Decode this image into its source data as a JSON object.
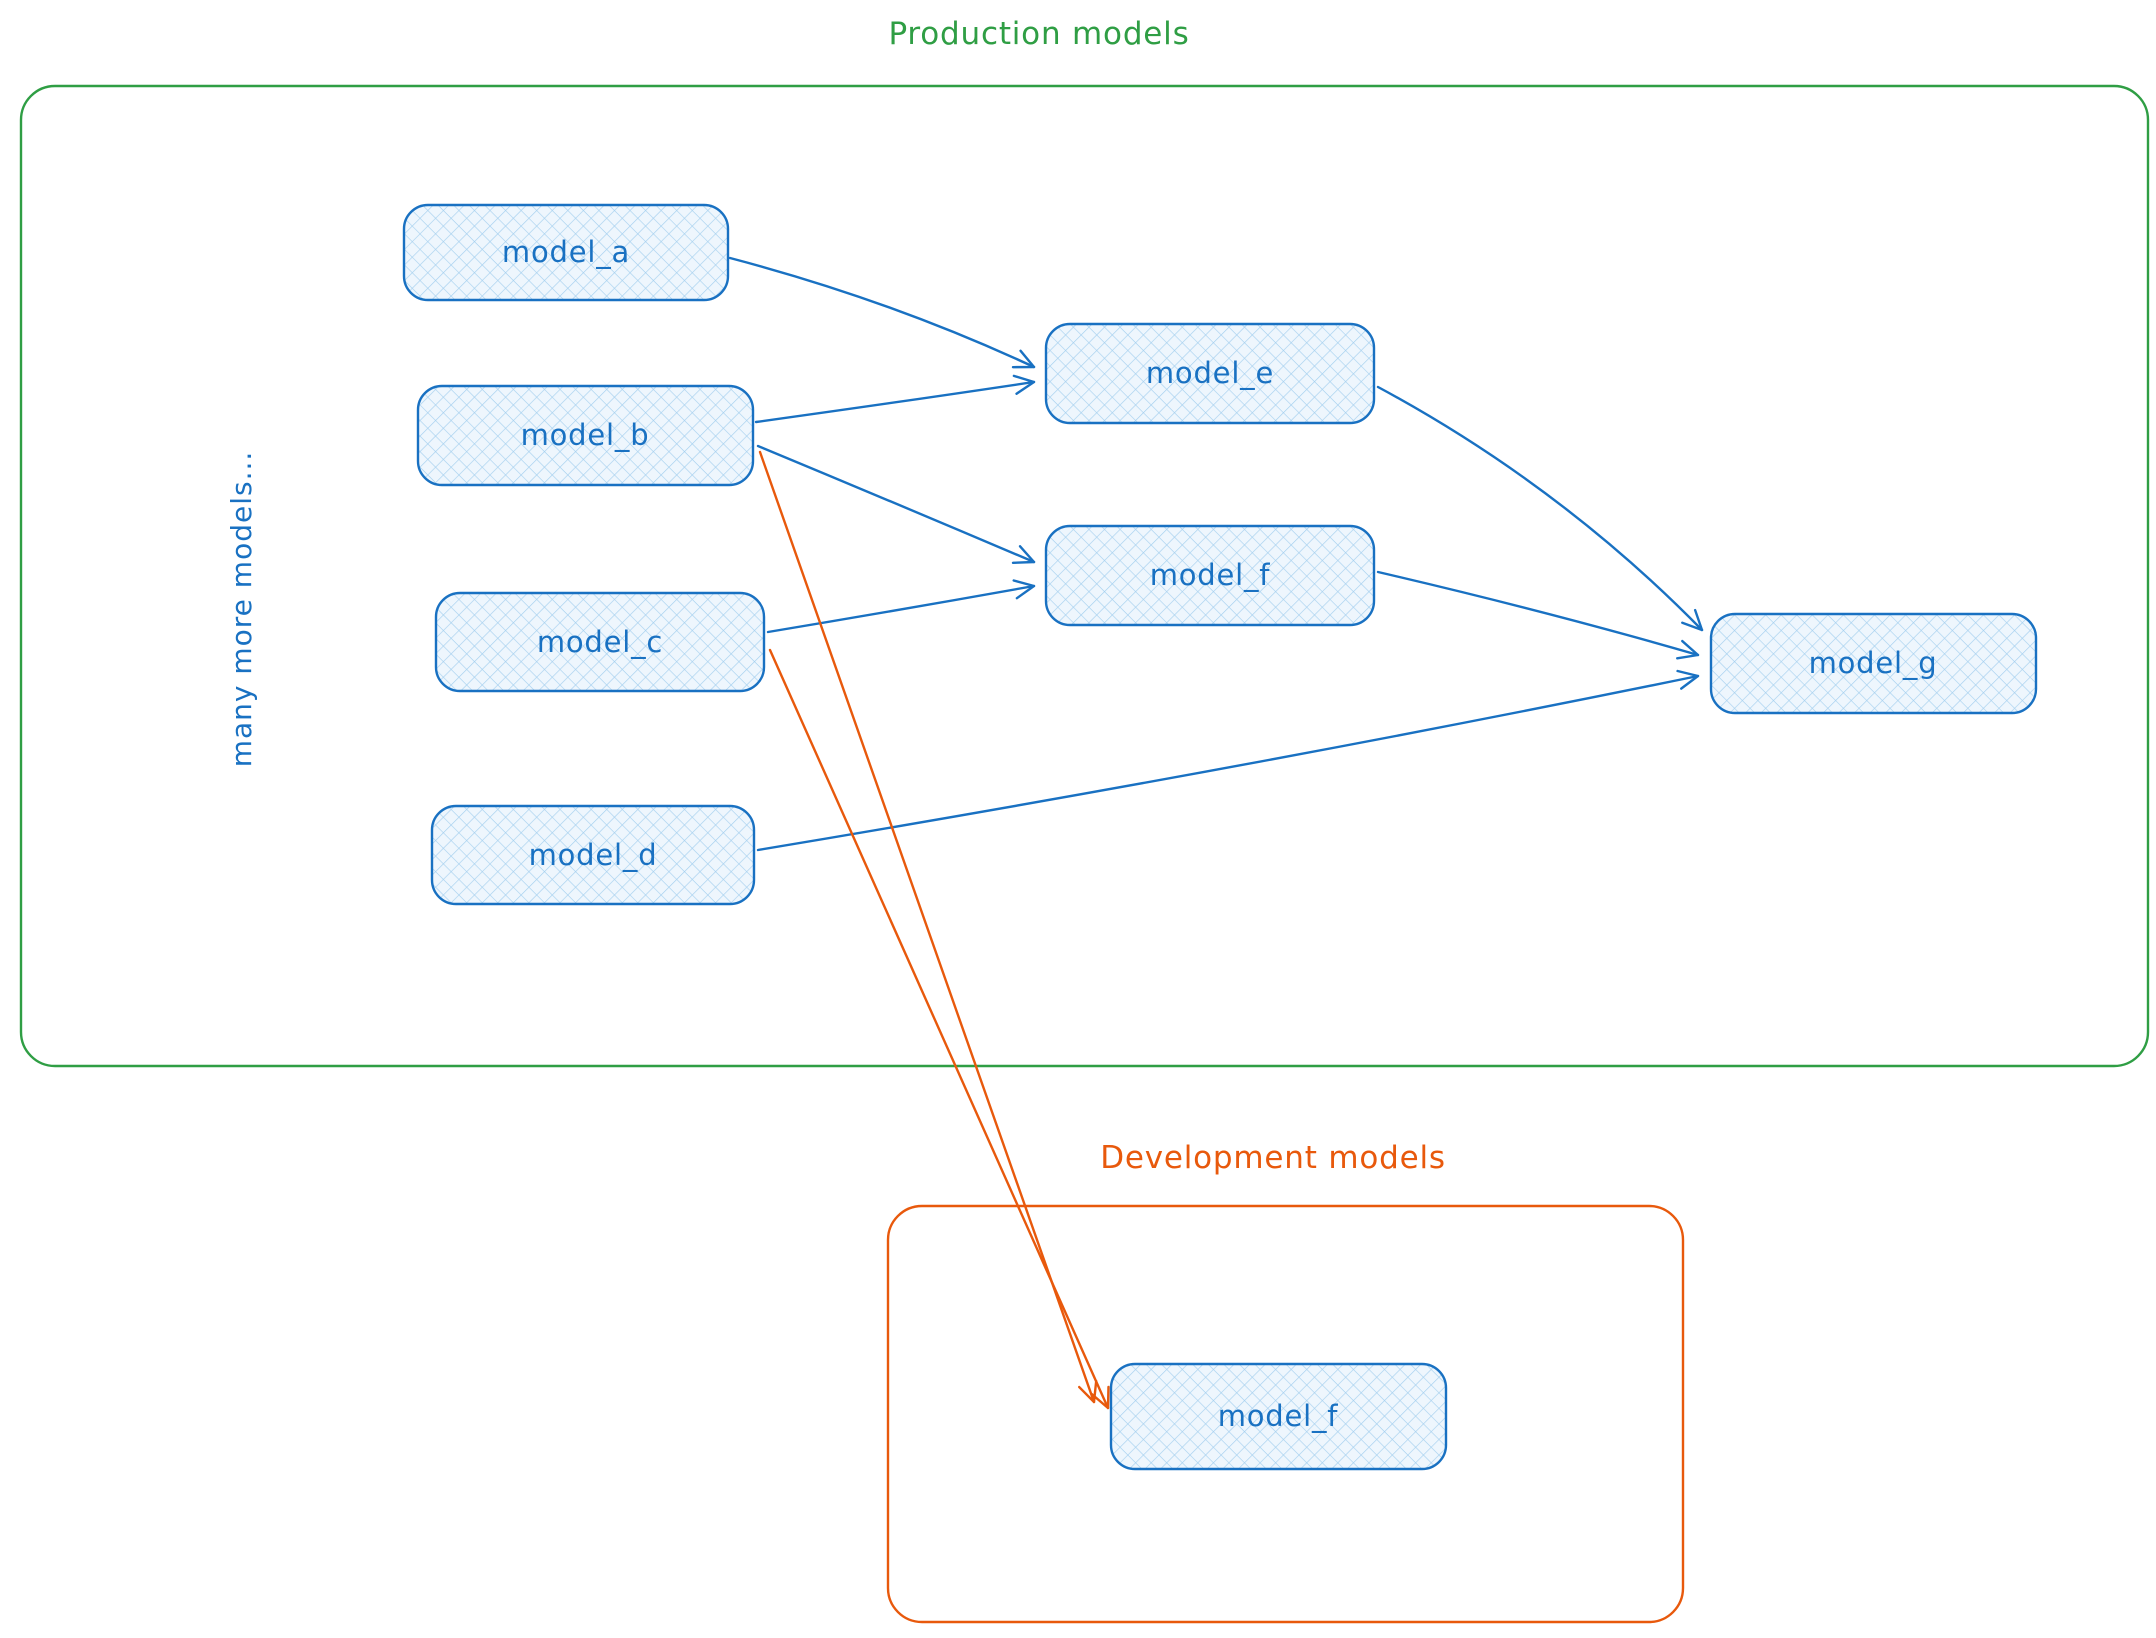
{
  "titles": {
    "production": "Production models",
    "development": "Development models"
  },
  "side_note": "many more models...",
  "nodes": {
    "a": {
      "label": "model_a"
    },
    "b": {
      "label": "model_b"
    },
    "c": {
      "label": "model_c"
    },
    "d": {
      "label": "model_d"
    },
    "e": {
      "label": "model_e"
    },
    "f": {
      "label": "model_f"
    },
    "g": {
      "label": "model_g"
    },
    "dev_f": {
      "label": "model_f"
    }
  },
  "edges": {
    "production": [
      {
        "from": "model_a",
        "to": "model_e"
      },
      {
        "from": "model_b",
        "to": "model_e"
      },
      {
        "from": "model_b",
        "to": "model_f"
      },
      {
        "from": "model_c",
        "to": "model_f"
      },
      {
        "from": "model_e",
        "to": "model_g"
      },
      {
        "from": "model_f",
        "to": "model_g"
      },
      {
        "from": "model_d",
        "to": "model_g"
      }
    ],
    "development": [
      {
        "from": "model_b",
        "to": "model_f (development)"
      },
      {
        "from": "model_c",
        "to": "model_f (development)"
      }
    ]
  },
  "colors": {
    "green": "#2f9e44",
    "orange": "#e8590c",
    "blue": "#1971c2",
    "node-fill": "#eef6fd",
    "hatch": "#a5d0ef"
  }
}
